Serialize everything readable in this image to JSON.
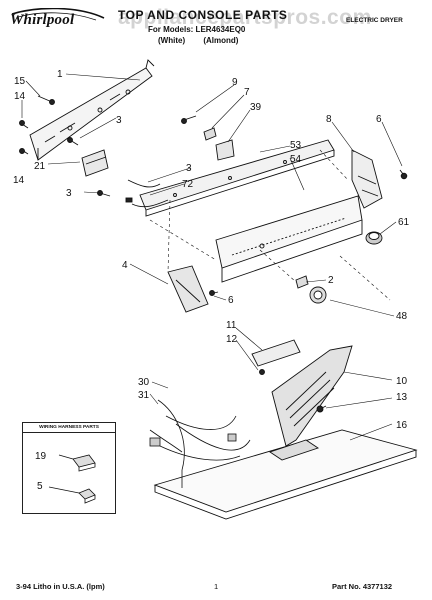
{
  "header": {
    "brand": "Whirlpool",
    "title": "TOP AND CONSOLE PARTS",
    "model_line": "For Models: LER4634EQ0",
    "variant_left": "(White)",
    "variant_right": "(Almond)",
    "dryer_type": "ELECTRIC DRYER",
    "watermark": "appliancepartspros.com"
  },
  "callouts": {
    "c1": "1",
    "c15": "15",
    "c14a": "14",
    "c14b": "14",
    "c3a": "3",
    "c3b": "3",
    "c3c": "3",
    "c21": "21",
    "c72": "72",
    "c9": "9",
    "c7": "7",
    "c39": "39",
    "c53": "53",
    "c54": "54",
    "c8": "8",
    "c6a": "6",
    "c61": "61",
    "c4": "4",
    "c6b": "6",
    "c2": "2",
    "c48": "48",
    "c11": "11",
    "c12": "12",
    "c10": "10",
    "c13": "13",
    "c30": "30",
    "c31": "31",
    "c16": "16",
    "c19": "19",
    "c5": "5"
  },
  "legend": {
    "title": "WIRING HARNESS PARTS"
  },
  "footer": {
    "left": "3-94 Litho in U.S.A. (lpm)",
    "page": "1",
    "part_no": "Part No. 4377132"
  }
}
